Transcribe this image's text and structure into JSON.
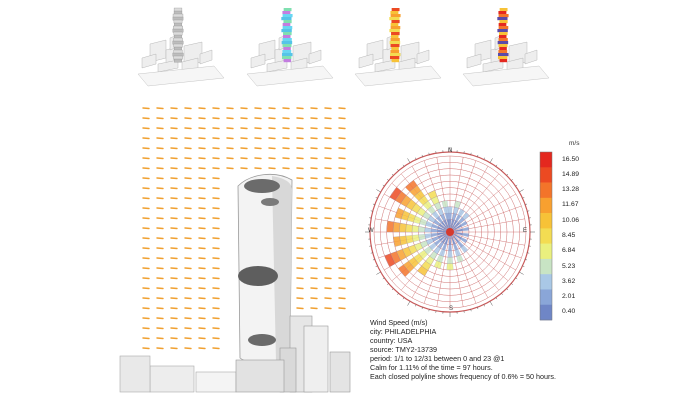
{
  "legend": {
    "unit": "m/s",
    "labels": [
      "16.50",
      "14.89",
      "13.28",
      "11.67",
      "10.06",
      "8.45",
      "6.84",
      "5.23",
      "3.62",
      "2.01",
      "0.40"
    ],
    "colors": [
      "#e4281f",
      "#ec4a22",
      "#f3742a",
      "#f8a02f",
      "#f7c237",
      "#f3dc52",
      "#eaf07e",
      "#c8e4c4",
      "#a9c8e6",
      "#8aa6d8",
      "#6f86c6"
    ]
  },
  "compass": {
    "north": "N",
    "south": "S",
    "east": "E",
    "west": "W"
  },
  "caption": {
    "line1": "Wind Speed (m/s)",
    "line2": "city: PHILADELPHIA",
    "line3": "country: USA",
    "line4": "source: TMY2-13739",
    "line5": "period: 1/1 to 12/31 between 0 and 23 @1",
    "line6": "Calm for 1.11% of the time = 97 hours.",
    "line7": "Each closed polyline shows frequency of 0.6% = 50 hours."
  },
  "colors": {
    "arrow": "#f0a030",
    "tower": "#f2f2f2",
    "rose_ring": "#c95a5a",
    "rose_line": "#cf7070"
  }
}
